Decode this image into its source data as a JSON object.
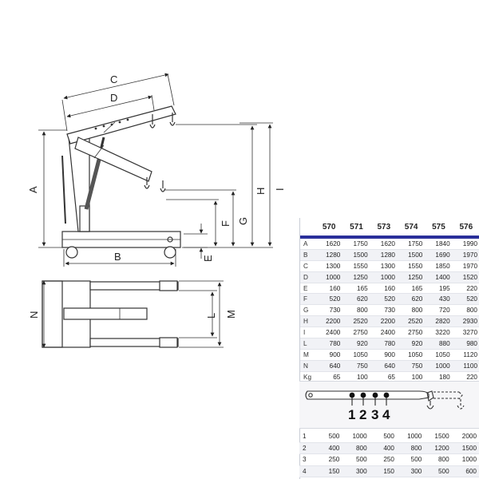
{
  "diagram_labels": {
    "C": "C",
    "D": "D",
    "A": "A",
    "B": "B",
    "E": "E",
    "F": "F",
    "G": "G",
    "H": "H",
    "I": "I",
    "N": "N",
    "L": "L",
    "M": "M"
  },
  "spec_table": {
    "models": [
      "570",
      "571",
      "573",
      "574",
      "575",
      "576"
    ],
    "rows": [
      {
        "label": "A",
        "values": [
          "1620",
          "1750",
          "1620",
          "1750",
          "1840",
          "1990"
        ]
      },
      {
        "label": "B",
        "values": [
          "1280",
          "1500",
          "1280",
          "1500",
          "1690",
          "1970"
        ]
      },
      {
        "label": "C",
        "values": [
          "1300",
          "1550",
          "1300",
          "1550",
          "1850",
          "1970"
        ]
      },
      {
        "label": "D",
        "values": [
          "1000",
          "1250",
          "1000",
          "1250",
          "1400",
          "1520"
        ]
      },
      {
        "label": "E",
        "values": [
          "160",
          "165",
          "160",
          "165",
          "195",
          "220"
        ]
      },
      {
        "label": "F",
        "values": [
          "520",
          "620",
          "520",
          "620",
          "430",
          "520"
        ]
      },
      {
        "label": "G",
        "values": [
          "730",
          "800",
          "730",
          "800",
          "720",
          "800"
        ]
      },
      {
        "label": "H",
        "values": [
          "2200",
          "2520",
          "2200",
          "2520",
          "2820",
          "2930"
        ]
      },
      {
        "label": "I",
        "values": [
          "2400",
          "2750",
          "2400",
          "2750",
          "3220",
          "3270"
        ]
      },
      {
        "label": "L",
        "values": [
          "780",
          "920",
          "780",
          "920",
          "880",
          "980"
        ]
      },
      {
        "label": "M",
        "values": [
          "900",
          "1050",
          "900",
          "1050",
          "1050",
          "1120"
        ]
      },
      {
        "label": "N",
        "values": [
          "640",
          "750",
          "640",
          "750",
          "1000",
          "1100"
        ]
      },
      {
        "label": "Kg",
        "values": [
          "65",
          "100",
          "65",
          "100",
          "180",
          "220"
        ]
      }
    ]
  },
  "boom_positions": {
    "digits": [
      "1",
      "2",
      "3",
      "4"
    ]
  },
  "capacity_table": {
    "rows": [
      {
        "label": "1",
        "values": [
          "500",
          "1000",
          "500",
          "1000",
          "1500",
          "2000"
        ]
      },
      {
        "label": "2",
        "values": [
          "400",
          "800",
          "400",
          "800",
          "1200",
          "1500"
        ]
      },
      {
        "label": "3",
        "values": [
          "250",
          "500",
          "250",
          "500",
          "800",
          "1000"
        ]
      },
      {
        "label": "4",
        "values": [
          "150",
          "300",
          "150",
          "300",
          "500",
          "600"
        ]
      }
    ]
  },
  "colors": {
    "header_rule": "#2a2f9a",
    "line": "#333333",
    "row_alt": "#f1f2f6"
  }
}
